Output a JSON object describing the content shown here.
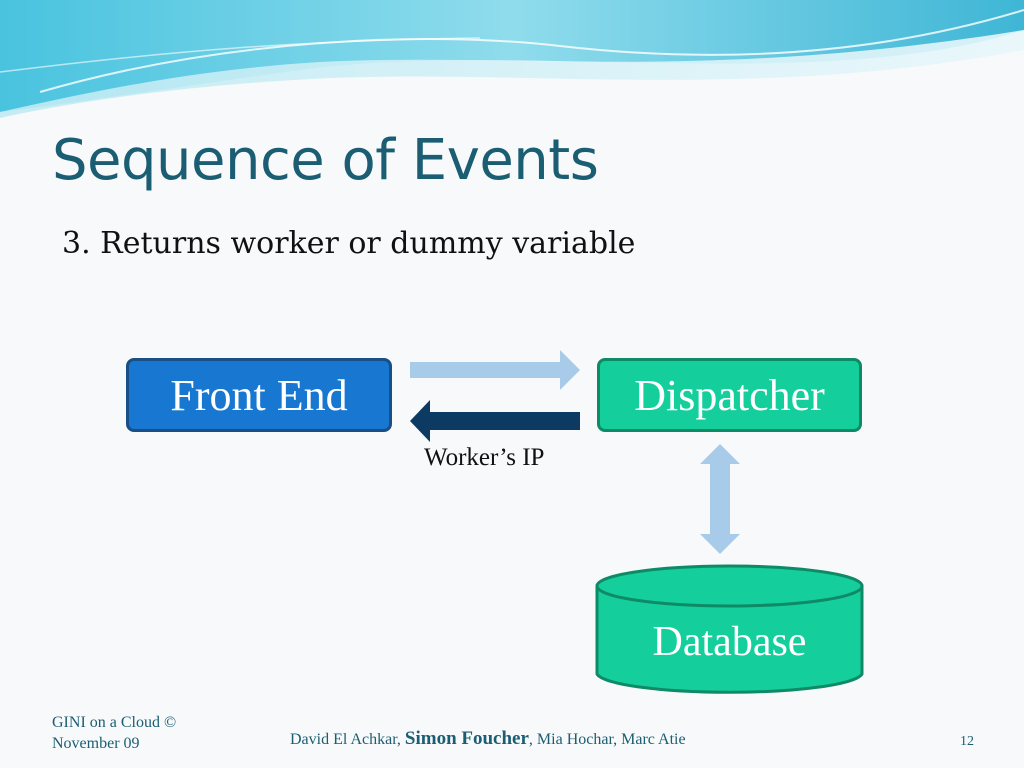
{
  "slide": {
    "title": "Sequence of Events",
    "subtitle": "3. Returns worker or dummy variable"
  },
  "diagram": {
    "front_end_label": "Front End",
    "dispatcher_label": "Dispatcher",
    "database_label": "Database",
    "arrow_label": "Worker’s IP",
    "colors": {
      "front_end_fill": "#1877d0",
      "dispatcher_fill": "#14cf9c",
      "database_fill": "#14cf9c",
      "light_arrow": "#a9cbea",
      "dark_arrow": "#0d3a63"
    }
  },
  "footer": {
    "left_line1": "GINI on a Cloud ©",
    "left_line2": "November 09",
    "authors_prefix": "David El Achkar, ",
    "authors_presenter": "Simon Foucher",
    "authors_suffix": ", Mia Hochar, Marc Atie",
    "page_number": "12"
  }
}
